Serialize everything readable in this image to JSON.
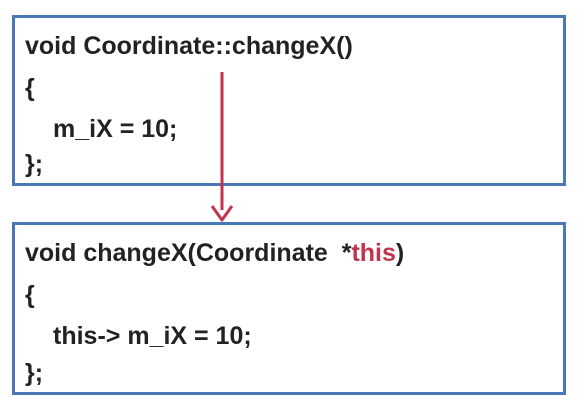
{
  "top_block": {
    "line1": "void Coordinate::changeX()",
    "line2": "{",
    "line3": "m_iX = 10;",
    "line4": "};"
  },
  "bottom_block": {
    "line1_prefix": "void changeX(Coordinate  *",
    "line1_keyword": "this",
    "line1_suffix": ")",
    "line2": "{",
    "line3": "this-> m_iX = 10;",
    "line4": "};"
  },
  "colors": {
    "box_border": "#4a78b5",
    "arrow": "#c0344d",
    "keyword_highlight": "#c0344d",
    "text": "#222222"
  }
}
